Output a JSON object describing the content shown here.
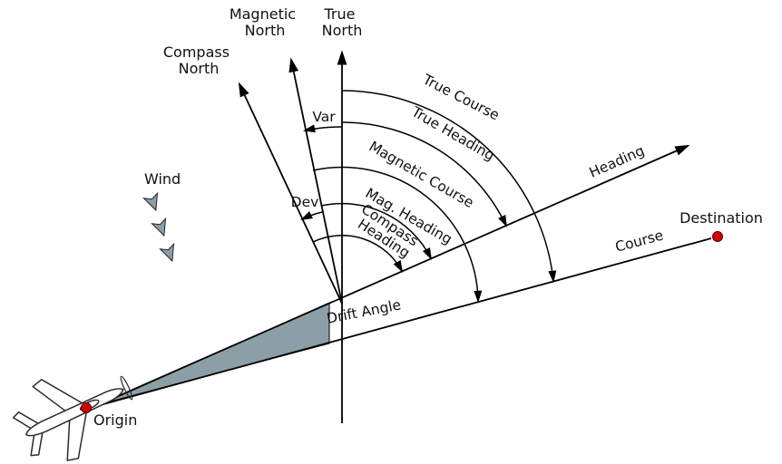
{
  "diagram": {
    "north_labels": {
      "true_north": [
        "True",
        "North"
      ],
      "magnetic_north": [
        "Magnetic",
        "North"
      ],
      "compass_north": [
        "Compass",
        "North"
      ]
    },
    "angle_labels": {
      "var": "Var",
      "dev": "Dev",
      "true_course": "True Course",
      "true_heading": "True Heading",
      "magnetic_course": "Magnetic Course",
      "mag_heading": "Mag. Heading",
      "compass_heading": [
        "Compass",
        "Heading"
      ],
      "drift_angle": "Drift Angle"
    },
    "line_labels": {
      "heading": "Heading",
      "course": "Course"
    },
    "points": {
      "origin": "Origin",
      "destination": "Destination"
    },
    "wind_label": "Wind",
    "colors": {
      "line": "#000000",
      "drift_wedge": "#8C9FA7",
      "wind_arrow": "#8C9FA7",
      "point_dot": "#D40000",
      "background": "#FFFFFF"
    }
  }
}
